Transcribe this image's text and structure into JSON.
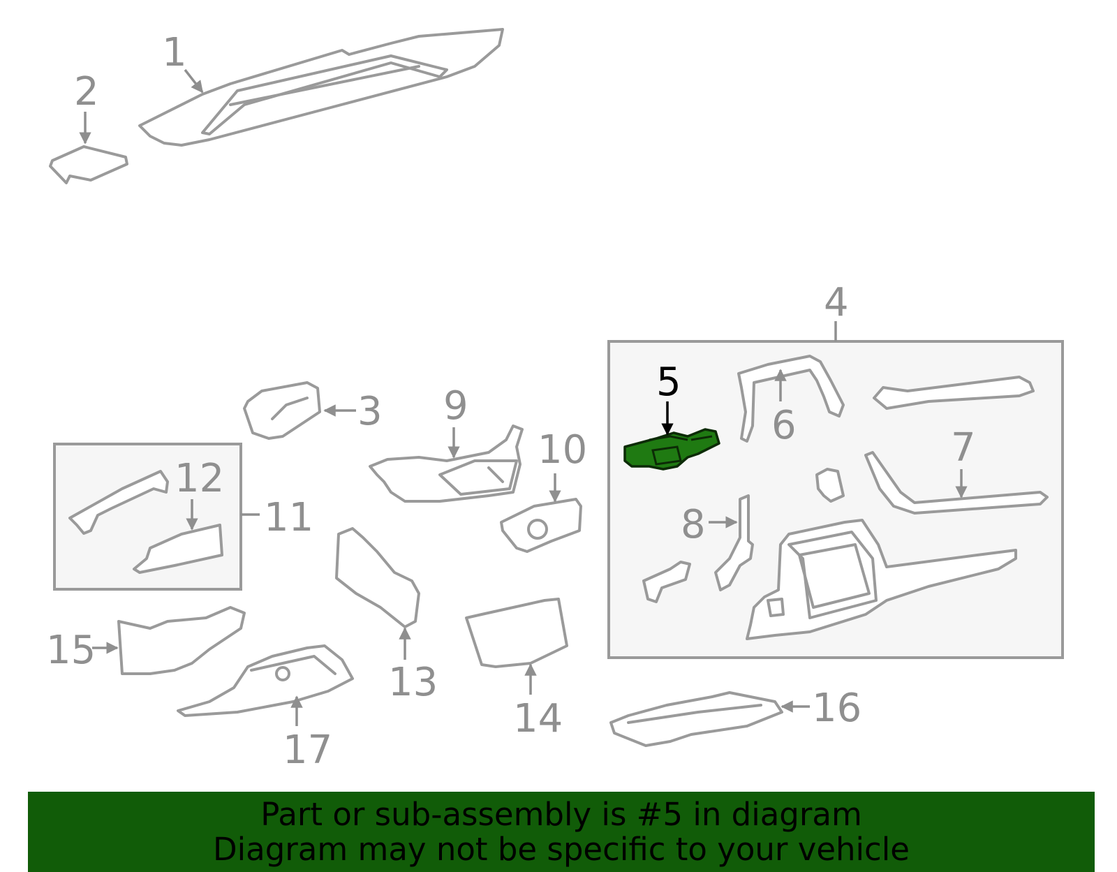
{
  "diagram": {
    "highlighted_part": "5",
    "highlight_color": "#1f7a12",
    "callouts": [
      "1",
      "2",
      "3",
      "4",
      "5",
      "6",
      "7",
      "8",
      "9",
      "10",
      "11",
      "12",
      "13",
      "14",
      "15",
      "16",
      "17"
    ]
  },
  "banner": {
    "line1": "Part or sub-assembly is #5 in diagram",
    "line2": "Diagram may not be specific to your vehicle",
    "background": "#115c08"
  }
}
